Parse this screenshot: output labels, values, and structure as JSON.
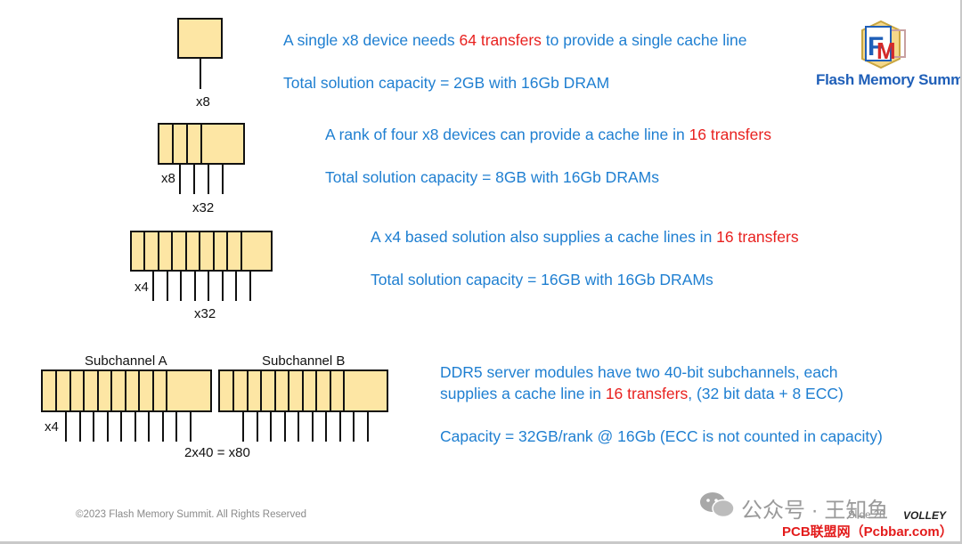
{
  "rows": [
    {
      "line1_a": "A single x8 device needs ",
      "line1_red": "64 transfers",
      "line1_b": " to provide a single cache line",
      "line2": "Total solution capacity = 2GB with 16Gb DRAM",
      "labels": {
        "width": "x8"
      }
    },
    {
      "line1_a": "A rank of four x8 devices can provide a cache line in ",
      "line1_red": "16 transfers",
      "line2": "Total solution capacity = 8GB with 16Gb DRAMs",
      "labels": {
        "device": "x8",
        "bus": "x32"
      }
    },
    {
      "line1_a": "A x4 based solution also supplies a cache lines in ",
      "line1_red": "16 transfers",
      "line2": "Total solution capacity = 16GB with 16Gb DRAMs",
      "labels": {
        "device": "x4",
        "bus": "x32"
      }
    },
    {
      "line1": "DDR5 server modules have two 40-bit subchannels, each",
      "line2_a": "supplies a cache line in ",
      "line2_red": "16 transfers",
      "line2_b": ", (32 bit data + 8 ECC)",
      "line3": "Capacity = 32GB/rank @ 16Gb (ECC is not counted in capacity)",
      "labels": {
        "sub_a": "Subchannel A",
        "sub_b": "Subchannel B",
        "device": "x4",
        "bus": "2x40 = x80"
      }
    }
  ],
  "logo": {
    "text": "Flash Memory Summit"
  },
  "footer": {
    "copyright": "©2023 Flash Memory Summit. All Rights Reserved",
    "slide": "Slide 28"
  },
  "watermark": {
    "text": "公众号 · 王知鱼",
    "site": "PCB联盟网（Pcbbar.com）",
    "brand": "VOLLEY"
  },
  "colors": {
    "text_blue": "#1f7fd1",
    "highlight_red": "#e8211f",
    "chip_fill": "#fde6a4"
  }
}
